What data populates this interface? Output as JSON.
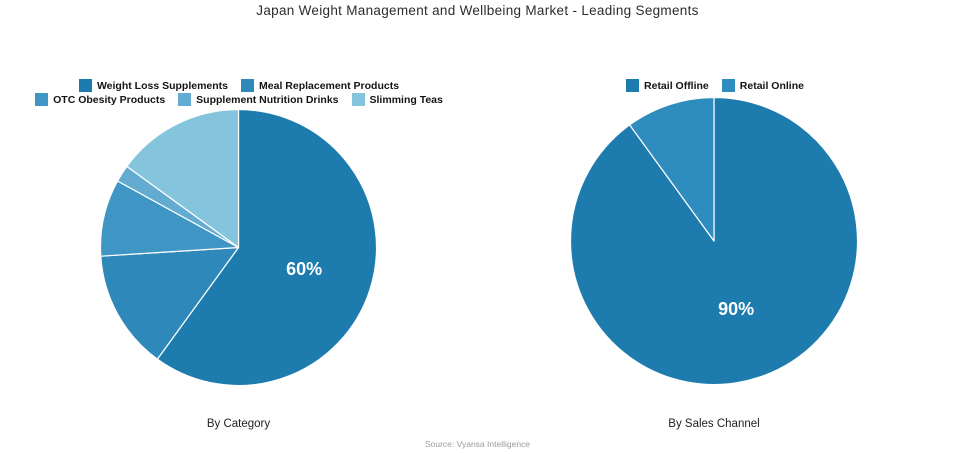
{
  "title": "Japan Weight Management and Wellbeing Market - Leading Segments",
  "source": "Source: Vyansa Intelligence",
  "chart_data": [
    {
      "type": "pie",
      "title": "By Category",
      "legend_position": "top",
      "start_angle_deg": 0,
      "direction": "clockwise",
      "slices": [
        {
          "name": "Weight Loss Supplements",
          "value": 60,
          "pct_label": "60%",
          "color": "#1d7bae"
        },
        {
          "name": "Meal Replacement Products",
          "value": 14,
          "color": "#2e89ba"
        },
        {
          "name": "OTC Obesity Products",
          "value": 9,
          "color": "#3f96c5"
        },
        {
          "name": "Supplement Nutrition Drinks",
          "value": 2,
          "color": "#63abd0"
        },
        {
          "name": "Slimming Teas",
          "value": 15,
          "color": "#85c4dd"
        }
      ]
    },
    {
      "type": "pie",
      "title": "By Sales Channel",
      "legend_position": "top",
      "start_angle_deg": 0,
      "direction": "clockwise",
      "slices": [
        {
          "name": "Retail Offline",
          "value": 90,
          "pct_label": "90%",
          "color": "#1d7bae"
        },
        {
          "name": "Retail Online",
          "value": 10,
          "color": "#2f8cbe"
        }
      ]
    }
  ]
}
